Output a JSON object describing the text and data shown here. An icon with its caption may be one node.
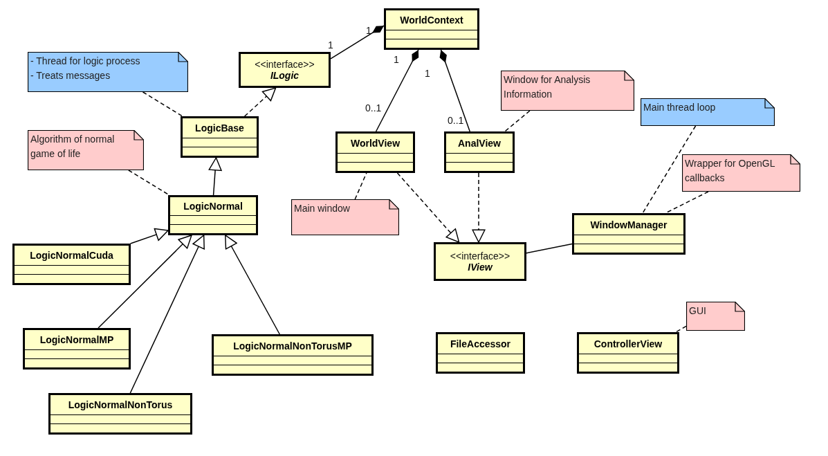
{
  "diagram": {
    "nodes": [
      {
        "text": [
          "WorldContext"
        ]
      },
      {
        "text": [
          "<<interface>>",
          "ILogic"
        ]
      },
      {
        "text": [
          "- Thread for logic process",
          "- Treats messages"
        ]
      },
      {
        "text": [
          "LogicBase"
        ]
      },
      {
        "text": [
          "Algorithm of normal game of life"
        ]
      },
      {
        "text": [
          "WorldView"
        ]
      },
      {
        "text": [
          "AnalView"
        ]
      },
      {
        "text": [
          "Window for Analysis Information"
        ]
      },
      {
        "text": [
          "Main thread loop"
        ]
      },
      {
        "text": [
          "Main window"
        ]
      },
      {
        "text": [
          "LogicNormal"
        ]
      },
      {
        "text": [
          "Wrapper for OpenGL callbacks"
        ]
      },
      {
        "text": [
          "WindowManager"
        ]
      },
      {
        "text": [
          "LogicNormalCuda"
        ]
      },
      {
        "text": [
          "<<interface>>",
          "IView"
        ]
      },
      {
        "text": [
          "LogicNormalMP"
        ]
      },
      {
        "text": [
          "LogicNormalNonTorusMP"
        ]
      },
      {
        "text": [
          "FileAccessor"
        ]
      },
      {
        "text": [
          "ControllerView"
        ]
      },
      {
        "text": [
          "GUI"
        ]
      },
      {
        "text": [
          "LogicNormalNonTorus"
        ]
      }
    ],
    "edges": [
      {
        "from": 0,
        "to": 1,
        "arrow": "other"
      },
      {
        "from": 0,
        "to": 5,
        "arrow": "other"
      },
      {
        "from": 0,
        "to": 6,
        "arrow": "other"
      },
      {
        "from": 3,
        "to": 1,
        "arrow": "to",
        "style": "dashed"
      },
      {
        "from": 2,
        "to": 3,
        "arrow": "none",
        "style": "dashed"
      },
      {
        "from": 10,
        "to": 3,
        "arrow": "to"
      },
      {
        "from": 4,
        "to": 10,
        "arrow": "none",
        "style": "dashed"
      },
      {
        "from": 13,
        "to": 10,
        "arrow": "to"
      },
      {
        "from": 15,
        "to": 10,
        "arrow": "to"
      },
      {
        "from": 20,
        "to": 10,
        "arrow": "to"
      },
      {
        "from": 16,
        "to": 10,
        "arrow": "to"
      },
      {
        "from": 7,
        "to": 6,
        "arrow": "none",
        "style": "dashed"
      },
      {
        "from": 9,
        "to": 5,
        "arrow": "none",
        "style": "dashed"
      },
      {
        "from": 5,
        "to": 14,
        "arrow": "to",
        "style": "dashed"
      },
      {
        "from": 6,
        "to": 14,
        "arrow": "to",
        "style": "dashed"
      },
      {
        "from": 14,
        "to": 12,
        "arrow": "none"
      },
      {
        "from": 8,
        "to": 12,
        "arrow": "none",
        "style": "dashed"
      },
      {
        "from": 11,
        "to": 12,
        "arrow": "none",
        "style": "dashed"
      },
      {
        "from": 19,
        "to": 18,
        "arrow": "none",
        "style": "dashed"
      }
    ],
    "labels": [
      "1",
      "1",
      "1",
      "1",
      "0..1",
      "0..1"
    ]
  }
}
